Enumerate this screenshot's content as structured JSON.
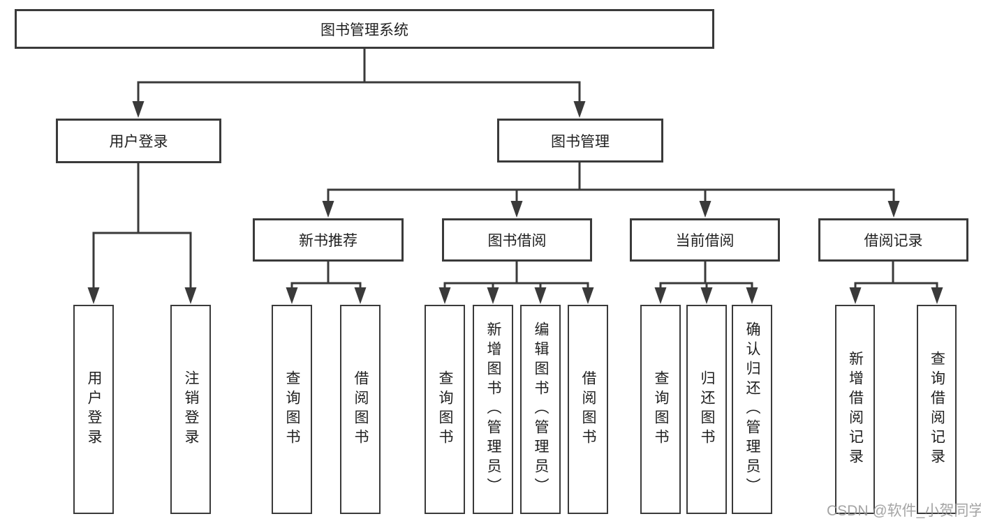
{
  "diagram": {
    "root": {
      "label": "图书管理系统"
    },
    "branches": [
      {
        "label": "用户登录",
        "children": [
          {
            "label": "用户登录"
          },
          {
            "label": "注销登录"
          }
        ]
      },
      {
        "label": "图书管理",
        "children": [
          {
            "label": "新书推荐",
            "children": [
              {
                "label": "查询图书"
              },
              {
                "label": "借阅图书"
              }
            ]
          },
          {
            "label": "图书借阅",
            "children": [
              {
                "label": "查询图书"
              },
              {
                "label": "新增图书（管理员）"
              },
              {
                "label": "编辑图书（管理员）"
              },
              {
                "label": "借阅图书"
              }
            ]
          },
          {
            "label": "当前借阅",
            "children": [
              {
                "label": "查询图书"
              },
              {
                "label": "归还图书"
              },
              {
                "label": "确认归还（管理员）"
              }
            ]
          },
          {
            "label": "借阅记录",
            "children": [
              {
                "label": "新增借阅记录"
              },
              {
                "label": "查询借阅记录"
              }
            ]
          }
        ]
      }
    ]
  },
  "watermark": {
    "text": "CSDN @软件_小贺同学"
  },
  "colors": {
    "line": "#3a3a3a",
    "box_background": "#ffffff",
    "text": "#1f1f1f",
    "watermark": "#949494"
  }
}
